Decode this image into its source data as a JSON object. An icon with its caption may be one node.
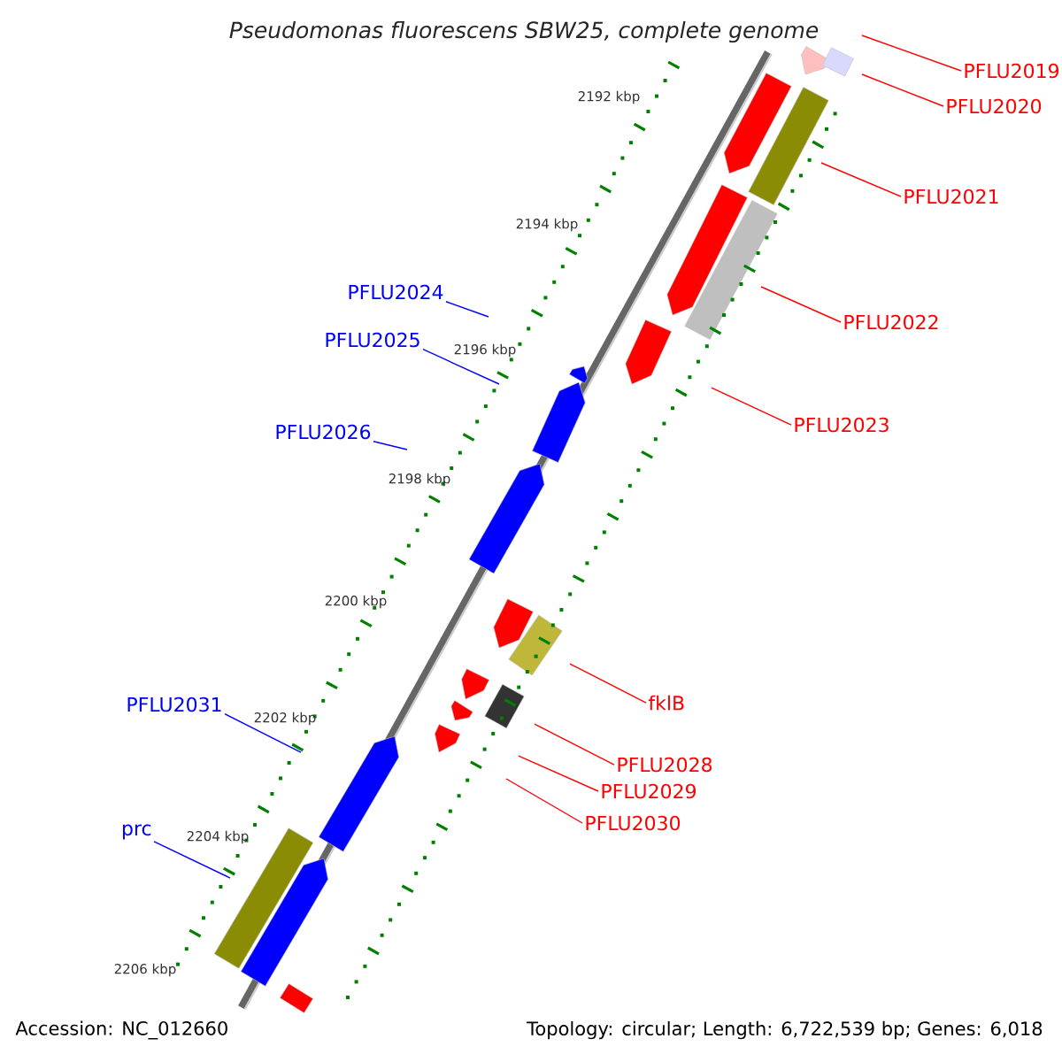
{
  "diagram": {
    "title": "Pseudomonas fluorescens SBW25, complete genome",
    "nodes": [
      {
        "text": [
          "PFLU2019"
        ]
      },
      {
        "text": [
          "PFLU2020"
        ]
      },
      {
        "text": [
          "PFLU2021"
        ]
      },
      {
        "text": [
          "PFLU2024"
        ]
      },
      {
        "text": [
          "PFLU2022"
        ]
      },
      {
        "text": [
          "PFLU2025"
        ]
      },
      {
        "text": [
          "PFLU2023"
        ]
      },
      {
        "text": [
          "PFLU2026"
        ]
      },
      {
        "text": [
          "fklB"
        ]
      },
      {
        "text": [
          "PFLU2031"
        ]
      },
      {
        "text": [
          "PFLU2028"
        ]
      },
      {
        "text": [
          "PFLU2029"
        ]
      },
      {
        "text": [
          "PFLU2030"
        ]
      },
      {
        "text": [
          "prc"
        ]
      }
    ],
    "edges": [
      {
        "from": 0,
        "to": null,
        "arrow": "none"
      },
      {
        "from": 1,
        "to": null,
        "arrow": "none"
      },
      {
        "from": 2,
        "to": null,
        "arrow": "none"
      },
      {
        "from": 3,
        "to": null,
        "arrow": "none",
        "color": "#0000ff"
      },
      {
        "from": 4,
        "to": null,
        "arrow": "none"
      },
      {
        "from": 5,
        "to": null,
        "arrow": "none",
        "color": "#0000ff"
      },
      {
        "from": 6,
        "to": null,
        "arrow": "none"
      },
      {
        "from": 7,
        "to": null,
        "arrow": "none",
        "color": "#0000ff"
      },
      {
        "from": 8,
        "to": null,
        "arrow": "none"
      },
      {
        "from": 9,
        "to": null,
        "arrow": "none",
        "color": "#0000ff"
      },
      {
        "from": 10,
        "to": null,
        "arrow": "none"
      },
      {
        "from": 11,
        "to": null,
        "arrow": "none"
      },
      {
        "from": 12,
        "to": null,
        "arrow": "none"
      },
      {
        "from": 13,
        "to": null,
        "arrow": "none",
        "color": "#0000ff"
      }
    ],
    "labels": [
      "2192 kbp",
      "2194 kbp",
      "2196 kbp",
      "2198 kbp",
      "2200 kbp",
      "2202 kbp",
      "2204 kbp",
      "2206 kbp",
      "Accession: NC_012660",
      "Topology: circular; Length: 6,722,539 bp; Genes: 6,018"
    ]
  }
}
